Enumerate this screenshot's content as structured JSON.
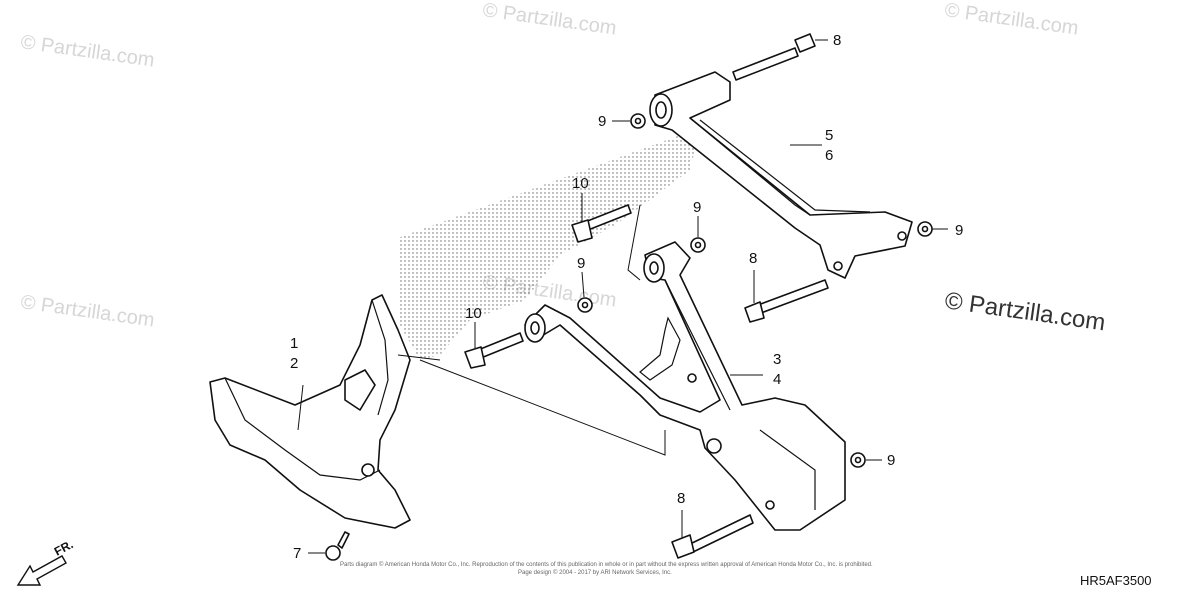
{
  "watermarks": {
    "small": "© Partzilla.com",
    "large": "© Partzilla.com"
  },
  "diagram_code": "HR5AF3500",
  "front_arrow_label": "FR.",
  "copyright": {
    "line1": "Parts diagram © American Honda Motor Co., Inc. Reproduction of the contents of this publication in whole or in part without the express written approval of American Honda Motor Co., Inc. is prohibited.",
    "line2": "Page design © 2004 - 2017 by ARI Network Services, Inc."
  },
  "callouts": [
    "1",
    "2",
    "3",
    "4",
    "5",
    "6",
    "7",
    "8",
    "8",
    "8",
    "9",
    "9",
    "9",
    "9",
    "9",
    "10",
    "10"
  ]
}
